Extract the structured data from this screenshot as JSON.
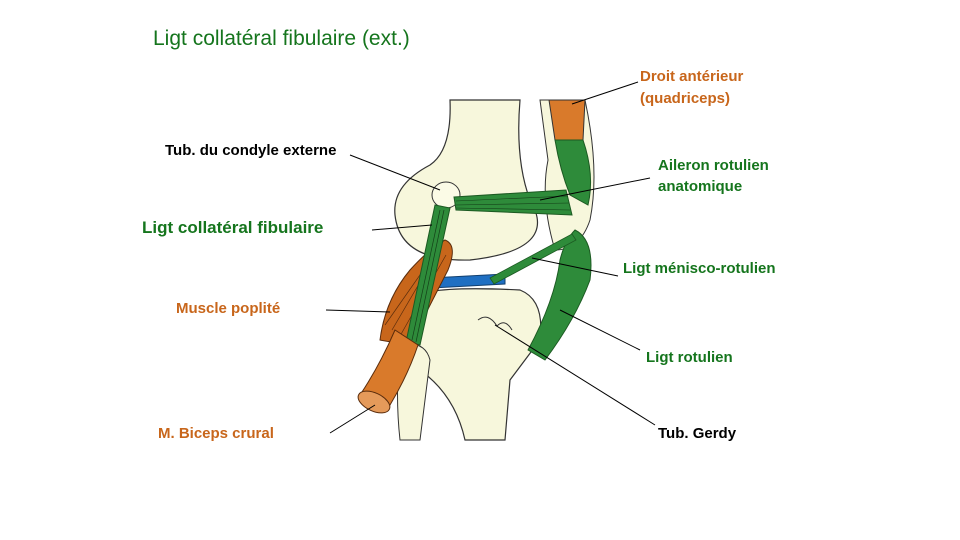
{
  "title": "Ligt collatéral fibulaire (ext.)",
  "colors": {
    "green_text": "#15751d",
    "orange_text": "#c8661b",
    "bone_fill": "#f7f7dc",
    "ligament_green": "#2e8b3a",
    "muscle_orange": "#d97a2b",
    "meniscus_blue": "#1f6fc2"
  },
  "labels": {
    "droit_anterieur_line1": "Droit antérieur",
    "droit_anterieur_line2": "(quadriceps)",
    "tub_condyle": "Tub. du condyle externe",
    "aileron_line1": "Aileron rotulien",
    "aileron_line2": "anatomique",
    "ligt_collateral": "Ligt collatéral fibulaire",
    "ligt_menisco": "Ligt ménisco-rotulien",
    "muscle_poplite": "Muscle poplité",
    "ligt_rotulien": "Ligt rotulien",
    "biceps": "M. Biceps crural",
    "tub_gerdy": "Tub. Gerdy"
  }
}
